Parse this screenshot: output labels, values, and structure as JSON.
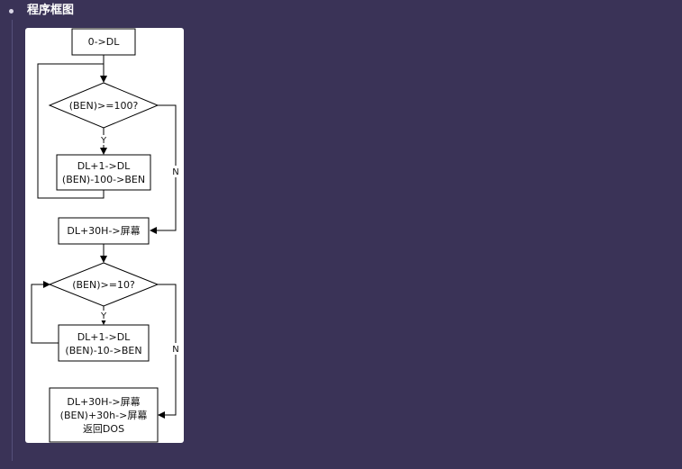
{
  "section": {
    "title": "程序框图"
  },
  "flowchart": {
    "init": "0->DL",
    "cond1": "(BEN)>=100?",
    "loop1_line1": "DL+1->DL",
    "loop1_line2": "(BEN)-100->BEN",
    "out1": "DL+30H->屏幕",
    "cond2": "(BEN)>=10?",
    "loop2_line1": "DL+1->DL",
    "loop2_line2": "(BEN)-10->BEN",
    "end_line1": "DL+30H->屏幕",
    "end_line2": "(BEN)+30h->屏幕",
    "end_line3": "返回DOS",
    "yes_label": "Y",
    "no_label": "N"
  }
}
